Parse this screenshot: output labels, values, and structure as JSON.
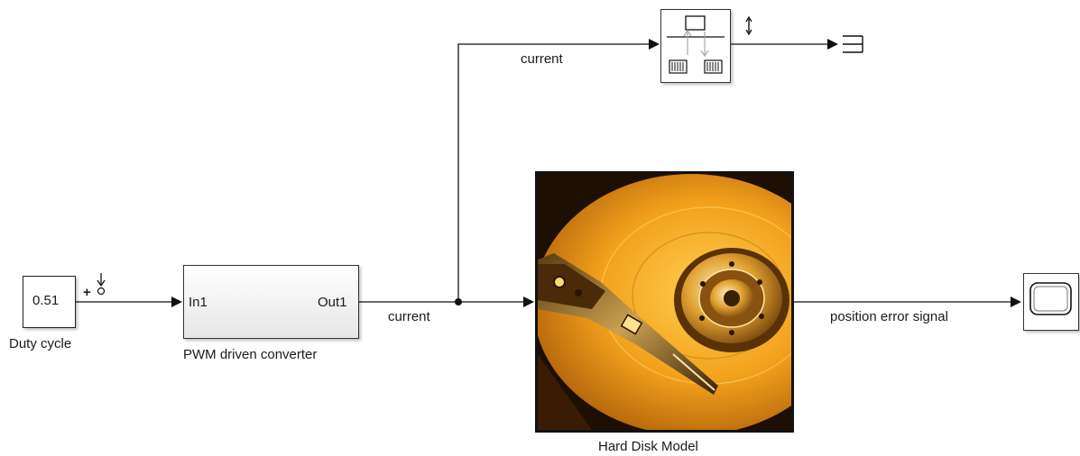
{
  "blocks": {
    "constant": {
      "value": "0.51",
      "label": "Duty cycle"
    },
    "pwm": {
      "label": "PWM driven converter",
      "in_port": "In1",
      "out_port": "Out1"
    },
    "hdd": {
      "label": "Hard Disk Model",
      "image": "hard-disk-photo"
    },
    "rate_transition": {
      "image": "rate-transition-icon"
    },
    "scope": {
      "image": "scope-icon"
    },
    "terminator": {
      "image": "terminator-icon"
    }
  },
  "signals": {
    "current_main": "current",
    "current_branch": "current",
    "position_error": "position error signal"
  },
  "markers": {
    "test_point": "+"
  },
  "colors": {
    "line": "#111111",
    "disk_orange": "#f0a020",
    "disk_dark": "#2a1606"
  }
}
